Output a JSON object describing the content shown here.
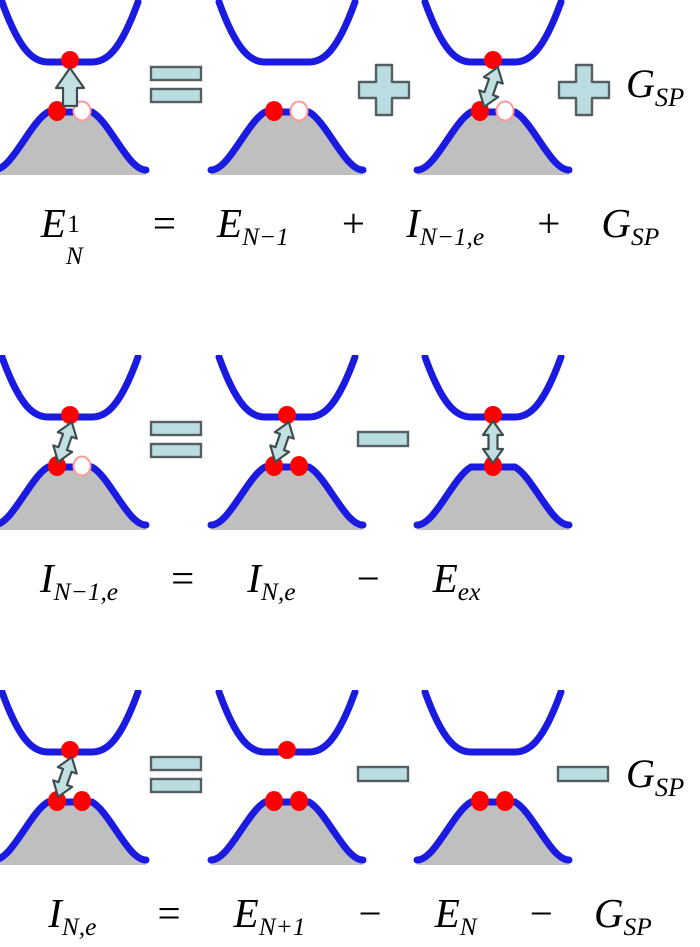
{
  "figure": {
    "title": "Energy decomposition of self-trapped exciton / polaron band diagrams",
    "colors": {
      "band_line": "#1a1ae0",
      "valence_fill": "#bfbfbf",
      "electron_dot": "#ff0000",
      "hole_dot_fill": "#ffffff",
      "hole_dot_stroke": "#ff9999",
      "operator_fill": "#b9dde0",
      "operator_stroke": "#555f63",
      "arrow_fill": "#c2dfe1",
      "arrow_stroke": "#3d4d50",
      "text": "#000000",
      "background": "#ffffff"
    },
    "icon_names": {
      "equals": "equals-operator-icon",
      "plus": "plus-operator-icon",
      "minus": "minus-operator-icon",
      "arrow_up": "up-arrow-icon",
      "arrow_double": "double-headed-arrow-icon",
      "conduction_band": "conduction-band-curve",
      "valence_band": "valence-band-curve",
      "electron": "electron-dot-icon",
      "hole": "hole-dot-icon"
    }
  },
  "panels": [
    {
      "id": "panel-1",
      "diagrams": [
        {
          "id": "p1-d1",
          "conduction_dot": "electron",
          "valence_dots": [
            "electron",
            "hole"
          ],
          "arrow": "up"
        },
        {
          "id": "p1-d2",
          "conduction_dot": "none",
          "valence_dots": [
            "electron",
            "hole"
          ],
          "arrow": "none"
        },
        {
          "id": "p1-d3",
          "conduction_dot": "electron",
          "valence_dots": [
            "electron",
            "hole"
          ],
          "arrow": "double"
        }
      ],
      "operators": [
        "equals",
        "plus",
        "plus"
      ],
      "trailing_label": {
        "base": "G",
        "sub": "SP"
      },
      "equation": {
        "terms": [
          {
            "base": "E",
            "sub": "N",
            "sup": "1"
          },
          {
            "op": "="
          },
          {
            "base": "E",
            "sub": "N−1"
          },
          {
            "op": "+"
          },
          {
            "base": "I",
            "sub": "N−1,e"
          },
          {
            "op": "+"
          },
          {
            "base": "G",
            "sub": "SP"
          }
        ],
        "plain": "E_N^1 = E_{N-1} + I_{N-1,e} + G_{SP}"
      }
    },
    {
      "id": "panel-2",
      "diagrams": [
        {
          "id": "p2-d1",
          "conduction_dot": "electron",
          "valence_dots": [
            "electron",
            "hole"
          ],
          "arrow": "double"
        },
        {
          "id": "p2-d2",
          "conduction_dot": "electron",
          "valence_dots": [
            "electron",
            "electron"
          ],
          "arrow": "double"
        },
        {
          "id": "p2-d3",
          "conduction_dot": "electron",
          "valence_dots": [
            "electron-center"
          ],
          "arrow": "double-straight"
        }
      ],
      "operators": [
        "equals",
        "minus"
      ],
      "trailing_label": null,
      "equation": {
        "terms": [
          {
            "base": "I",
            "sub": "N−1,e"
          },
          {
            "op": "="
          },
          {
            "base": "I",
            "sub": "N,e"
          },
          {
            "op": "−"
          },
          {
            "base": "E",
            "sub": "ex"
          }
        ],
        "plain": "I_{N-1,e} = I_{N,e} - E_{ex}"
      }
    },
    {
      "id": "panel-3",
      "diagrams": [
        {
          "id": "p3-d1",
          "conduction_dot": "electron",
          "valence_dots": [
            "electron",
            "electron"
          ],
          "arrow": "double"
        },
        {
          "id": "p3-d2",
          "conduction_dot": "electron",
          "valence_dots": [
            "electron",
            "electron"
          ],
          "arrow": "none"
        },
        {
          "id": "p3-d3",
          "conduction_dot": "none",
          "valence_dots": [
            "electron",
            "electron"
          ],
          "arrow": "none"
        }
      ],
      "operators": [
        "equals",
        "minus",
        "minus"
      ],
      "trailing_label": {
        "base": "G",
        "sub": "SP"
      },
      "equation": {
        "terms": [
          {
            "base": "I",
            "sub": "N,e"
          },
          {
            "op": "="
          },
          {
            "base": "E",
            "sub": "N+1"
          },
          {
            "op": "−"
          },
          {
            "base": "E",
            "sub": "N"
          },
          {
            "op": "−"
          },
          {
            "base": "G",
            "sub": "SP"
          }
        ],
        "plain": "I_{N,e} = E_{N+1} - E_N - G_{SP}"
      }
    }
  ]
}
